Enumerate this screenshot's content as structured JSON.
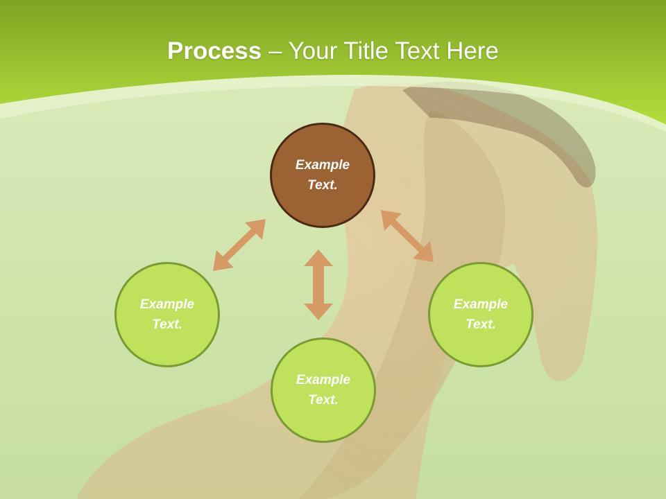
{
  "slide": {
    "title_bold": "Process",
    "title_rest": " – Your Title Text Here"
  },
  "nodes": {
    "top": {
      "line1": "Example",
      "line2": "Text.",
      "fill": "#9b6234"
    },
    "left": {
      "line1": "Example",
      "line2": "Text.",
      "fill": "#c0e15c"
    },
    "right": {
      "line1": "Example",
      "line2": "Text.",
      "fill": "#c0e15c"
    },
    "bottom": {
      "line1": "Example",
      "line2": "Text.",
      "fill": "#c0e15c"
    }
  },
  "colors": {
    "header_green": "#a8d63a",
    "arrow": "#d69a66",
    "background": "#cfe3a8"
  },
  "icons": [
    "double-headed-arrow"
  ]
}
